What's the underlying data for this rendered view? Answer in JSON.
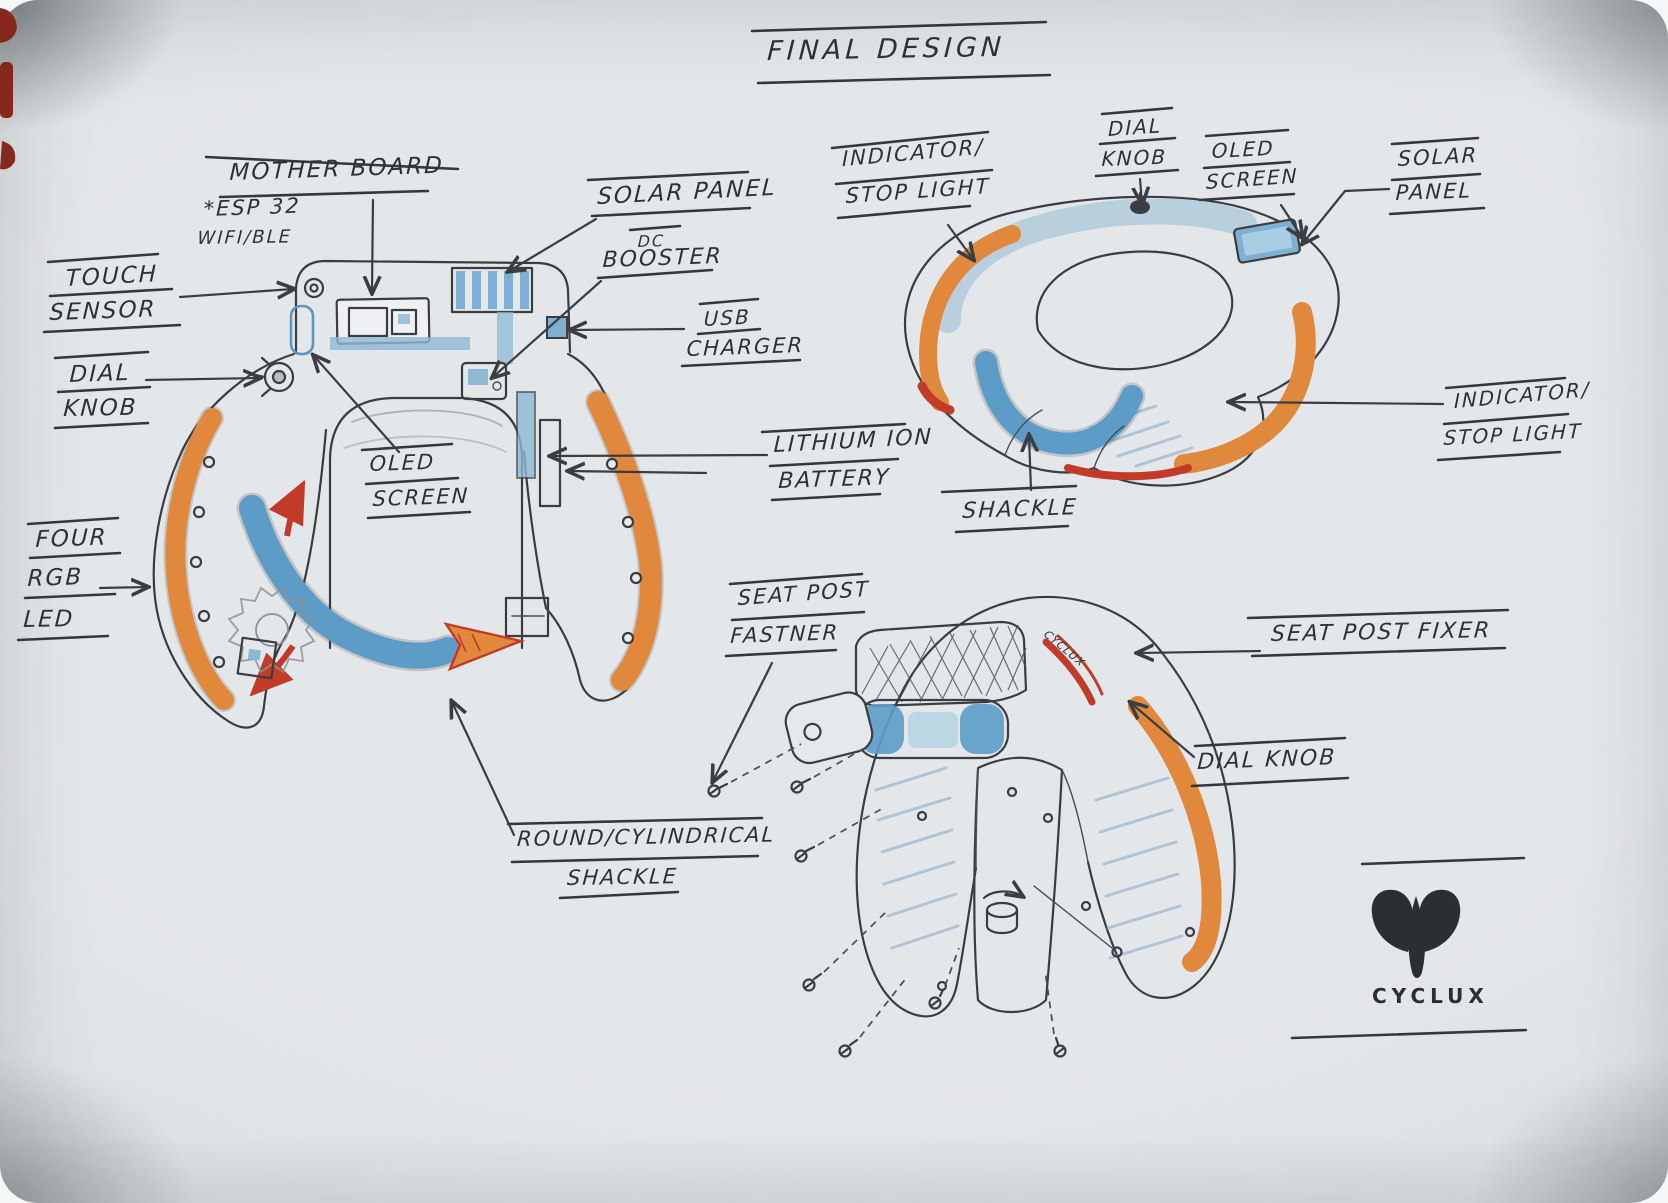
{
  "title": "FINAL DESIGN",
  "colors": {
    "paper": "#dfe2e5",
    "ink": "#3a3e43",
    "orange": "#e0883c",
    "blue": "#5d9cc6",
    "pencil_blue": "#8fb8d4",
    "red": "#c23b28"
  },
  "labels": {
    "mother_board": "MOTHER BOARD",
    "esp32": "*ESP 32",
    "wifi_ble": "WIFI/BLE",
    "touch": "TOUCH",
    "sensor": "SENSOR",
    "dial_front": "DIAL",
    "knob_front": "KNOB",
    "four": "FOUR",
    "rgb": "RGB",
    "led": "LED",
    "solar_panel_front": "SOLAR PANEL",
    "dc": "DC",
    "booster": "BOOSTER",
    "usb": "USB",
    "charger": "CHARGER",
    "lithium_ion": "LITHIUM ION",
    "battery": "BATTERY",
    "oled_front": "OLED",
    "screen_front": "SCREEN",
    "round_cylindrical": "ROUND/CYLINDRICAL",
    "shackle_front": "SHACKLE",
    "seat_post": "SEAT POST",
    "fastner": "FASTNER",
    "indicator_top": "INDICATOR/",
    "stop_light_top": "STOP LIGHT",
    "dial_top": "DIAL",
    "knob_top": "KNOB",
    "oled_top": "OLED",
    "screen_top": "SCREEN",
    "solar_top": "SOLAR",
    "panel_top": "PANEL",
    "indicator_right": "INDICATOR/",
    "stop_light_right": "STOP LIGHT",
    "shackle_top": "SHACKLE",
    "seat_post_fixer": "SEAT POST FIXER",
    "dial_knob_bottom": "DIAL KNOB",
    "sketch_marking": "CYCLUX"
  },
  "logo": {
    "text": "CYCLUX"
  }
}
